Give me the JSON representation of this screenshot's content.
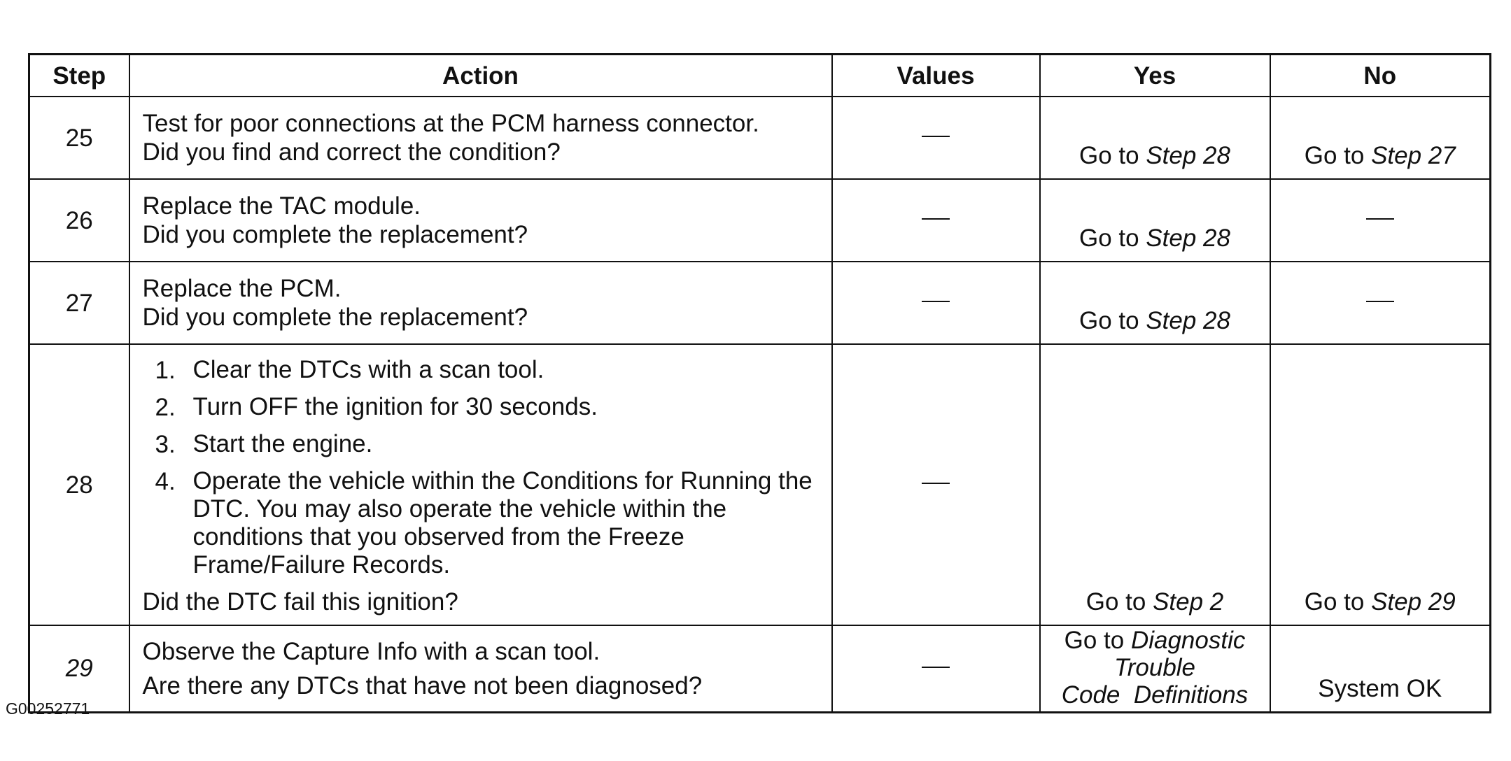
{
  "table": {
    "headers": {
      "step": "Step",
      "action": "Action",
      "values": "Values",
      "yes": "Yes",
      "no": "No"
    },
    "rows": [
      {
        "step": "25",
        "action_lines": [
          "Test for poor connections at the PCM harness connector.",
          "Did you find and correct the condition?"
        ],
        "values": "—",
        "yes_prefix": "Go to ",
        "yes_ref": "Step 28",
        "no_prefix": "Go to ",
        "no_ref": "Step 27"
      },
      {
        "step": "26",
        "action_lines": [
          "Replace the TAC module.",
          "Did you complete the replacement?"
        ],
        "values": "—",
        "yes_prefix": "Go to ",
        "yes_ref": "Step 28",
        "no": "—"
      },
      {
        "step": "27",
        "action_lines": [
          "Replace the PCM.",
          "Did you complete the replacement?"
        ],
        "values": "—",
        "yes_prefix": "Go to ",
        "yes_ref": "Step 28",
        "no": "—"
      },
      {
        "step": "28",
        "action_list": [
          {
            "num": "1.",
            "text": "Clear the DTCs with a scan tool."
          },
          {
            "num": "2.",
            "text": "Turn OFF the ignition for 30 seconds."
          },
          {
            "num": "3.",
            "text": "Start the engine."
          },
          {
            "num": "4.",
            "text": "Operate the vehicle within the Conditions for Running the DTC. You may also operate the vehicle within the conditions that you observed from the Freeze Frame/Failure Records."
          }
        ],
        "action_question": "Did the DTC fail this ignition?",
        "values": "—",
        "yes_prefix": "Go to ",
        "yes_ref": "Step 2",
        "no_prefix": "Go to ",
        "no_ref": "Step 29"
      },
      {
        "step": "29",
        "action_lines": [
          "Observe the Capture Info with a scan tool.",
          "Are there any DTCs that have not been diagnosed?"
        ],
        "values": "—",
        "yes_prefix": "Go to ",
        "yes_ref_line1": "Diagnostic",
        "yes_ref_line2": "Trouble",
        "yes_ref_line3": "Code  Definitions",
        "no": "System OK"
      }
    ]
  },
  "footer": {
    "figure_id": "G00252771"
  }
}
